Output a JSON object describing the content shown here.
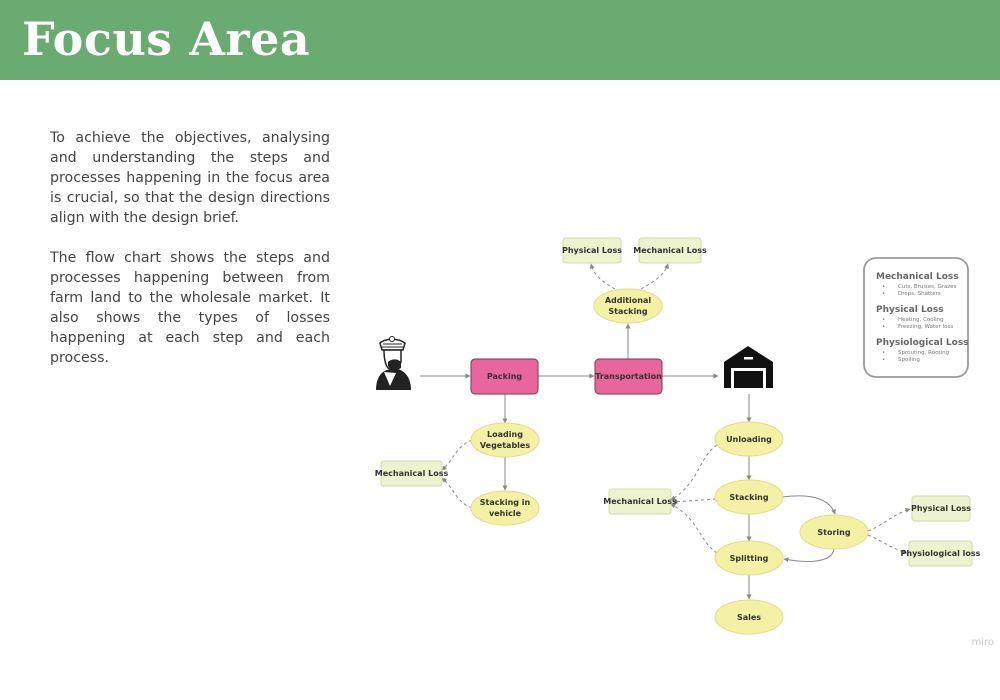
{
  "header": {
    "title": "Focus Area"
  },
  "intro": {
    "paragraph_1": "To achieve the objectives, analysing and understanding the steps and processes happening in the focus area is crucial, so that the design directions align with the design brief.",
    "paragraph_2": "The flow chart shows the steps and processes happening between from farm land to the wholesale market. It also shows the types of losses happening at each step and each process."
  },
  "flow": {
    "packing": "Packing",
    "transportation": "Transportation",
    "additional_stacking": [
      "Additional",
      "Stacking"
    ],
    "physical_loss_top": "Physical Loss",
    "mechanical_loss_top": "Mechanical Loss",
    "loading_vegetables": [
      "Loading",
      "Vegetables"
    ],
    "stacking_in_vehicle": [
      "Stacking in",
      "vehicle"
    ],
    "mechanical_loss_left": "Mechanical Loss",
    "unloading": "Unloading",
    "stacking": "Stacking",
    "storing": "Storing",
    "splitting": "Splitting",
    "sales": "Sales",
    "mechanical_loss_market": "Mechanical Loss",
    "physical_loss_right": "Physical Loss",
    "physiological_loss_right": "Physiological loss"
  },
  "legend": {
    "groups": [
      {
        "title": "Mechanical Loss",
        "items": [
          "Cuts, Bruises, Grazes",
          "Drops, Shatters"
        ]
      },
      {
        "title": "Physical Loss",
        "items": [
          "Heating, Cooling",
          "Freezing, Water loss"
        ]
      },
      {
        "title": "Physiological Loss",
        "items": [
          "Sprouting, Rooting",
          "Spoiling"
        ]
      }
    ]
  },
  "watermark": "miro",
  "colors": {
    "header": "#6aab72",
    "process": "#e9669a",
    "step": "#f4f1a5",
    "loss": "#eef3cf"
  }
}
